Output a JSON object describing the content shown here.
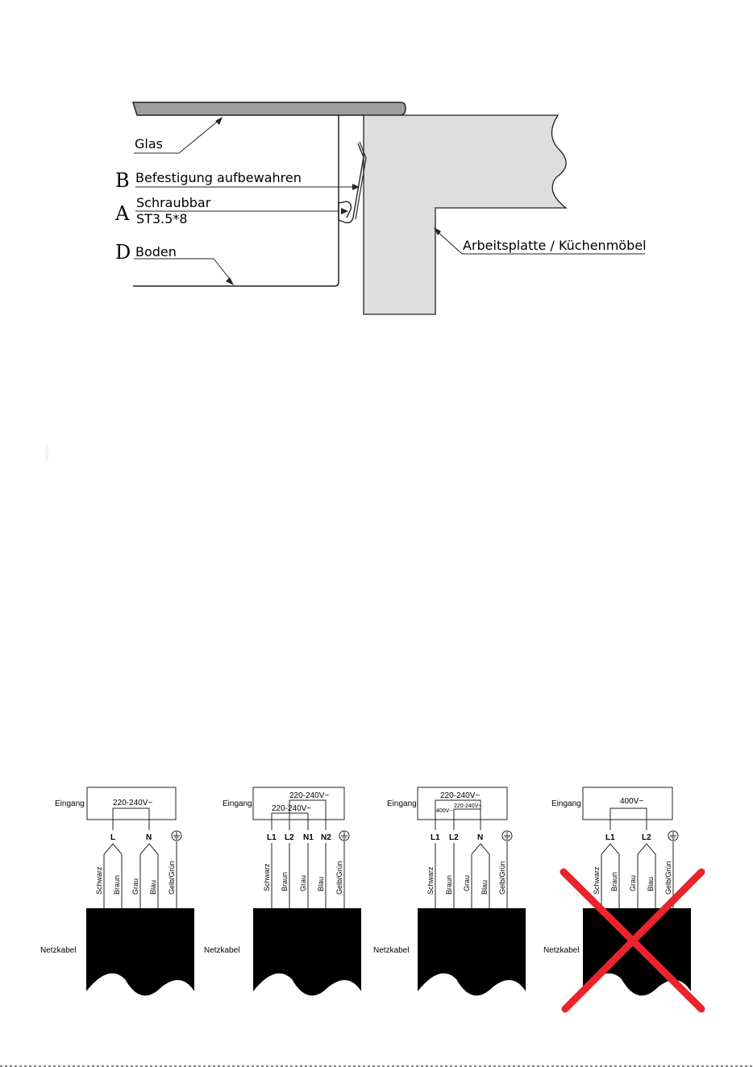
{
  "install": {
    "glas": "Glas",
    "b_letter": "B",
    "b_label": "Befestigung aufbewahren",
    "a_letter": "A",
    "a_label1": "Schraubbar",
    "a_label2": "ST3.5*8",
    "d_letter": "D",
    "d_label": "Boden",
    "worktop_label": "Arbeitsplatte / Küchenmöbel"
  },
  "wiring": {
    "eingang": "Eingang",
    "netzkabel": "Netzkabel",
    "d1": {
      "voltage": "220-240V~",
      "terminals": [
        "L",
        "N",
        "earth"
      ],
      "wires": [
        "Schwarz",
        "Braun",
        "Grau",
        "Blau",
        "Gelb/Grün"
      ]
    },
    "d2": {
      "voltage_top": "220-240V~",
      "voltage_bottom": "220-240V~",
      "terminals": [
        "L1",
        "L2",
        "N1",
        "N2",
        "earth"
      ],
      "wires": [
        "Schwarz",
        "Braun",
        "Grau",
        "Blau",
        "Gelb/Grün"
      ]
    },
    "d3": {
      "voltage_top": "220-240V~",
      "voltage_left": "400V~",
      "voltage_right": "220-240V~",
      "terminals": [
        "L1",
        "L2",
        "N",
        "earth"
      ],
      "wires": [
        "Schwarz",
        "Braun",
        "Grau",
        "Blau",
        "Gelb/Grün"
      ]
    },
    "d4": {
      "voltage": "400V~",
      "terminals": [
        "L1",
        "L2",
        "earth"
      ],
      "wires": [
        "Schwarz",
        "Braun",
        "Grau",
        "Blau",
        "Gelb/Grün"
      ],
      "crossed_out": true,
      "cross_color": "#e8242c"
    }
  }
}
